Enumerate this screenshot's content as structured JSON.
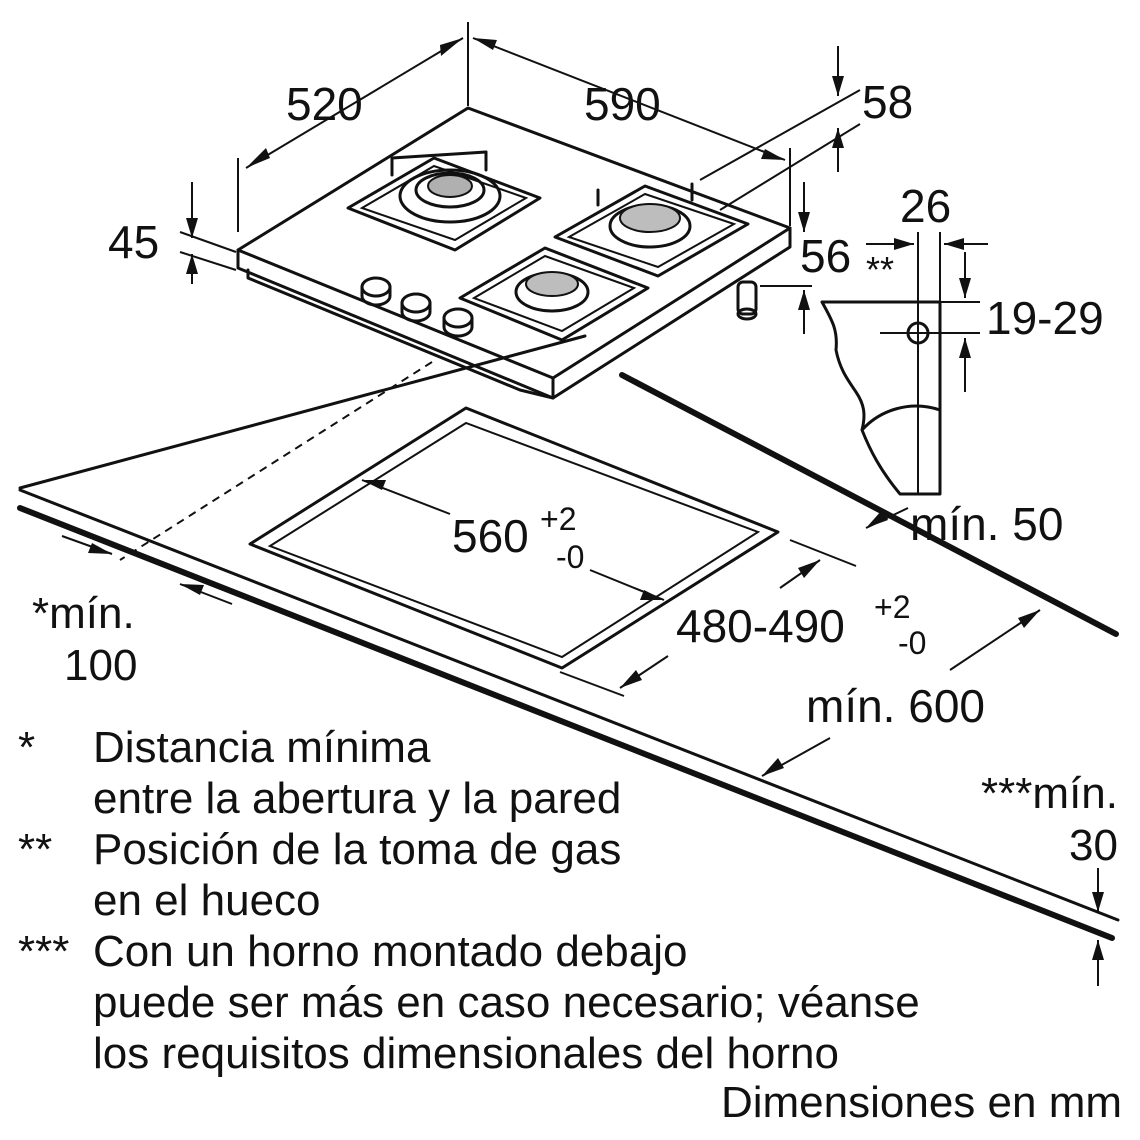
{
  "dimensions": {
    "width": "590",
    "depth": "520",
    "height": "45",
    "gas_height": "56",
    "rear_offset": "58",
    "gas_offset": "26",
    "gas_conn_range": "19-29",
    "gas_marker": "**",
    "cutout_width": "560",
    "cutout_width_tol_plus": "+2",
    "cutout_width_tol_minus": "-0",
    "cutout_depth": "480-490",
    "cutout_depth_tol_plus": "+2",
    "cutout_depth_tol_minus": "-0",
    "min_back": "mín. 50",
    "min_depth": "mín. 600",
    "min_side_line1": "*mín.",
    "min_side_line2": "100",
    "min_below_line1": "***mín.",
    "min_below_line2": "30"
  },
  "notes": [
    {
      "mark": "*",
      "lines": [
        "Distancia mínima",
        "entre la abertura y la pared"
      ]
    },
    {
      "mark": "**",
      "lines": [
        "Posición de la toma de gas",
        "en el hueco"
      ]
    },
    {
      "mark": "***",
      "lines": [
        "Con un horno montado debajo",
        "puede ser más en caso necesario; véanse",
        "los requisitos dimensionales del horno"
      ]
    }
  ],
  "units_label": "Dimensiones en mm"
}
